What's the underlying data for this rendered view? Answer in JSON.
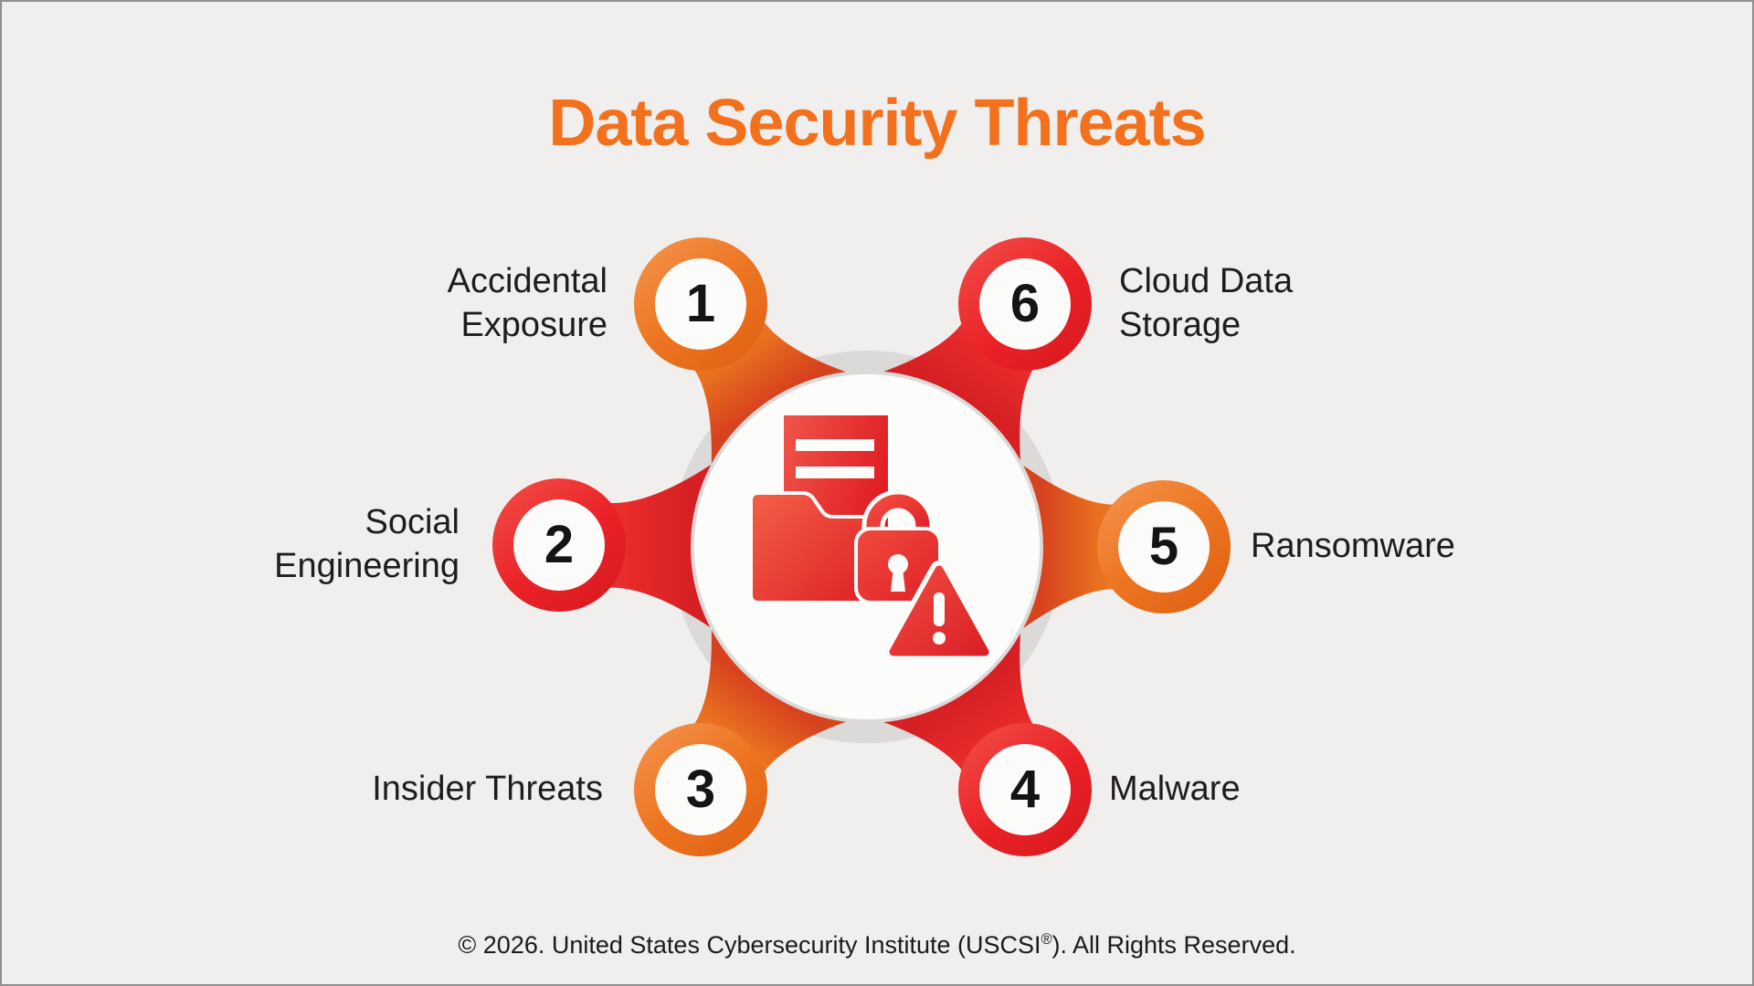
{
  "title": "Data Security Threats",
  "threats": [
    {
      "number": "1",
      "label": "Accidental Exposure",
      "ring_color_name": "orange"
    },
    {
      "number": "2",
      "label": "Social Engineering",
      "ring_color_name": "red"
    },
    {
      "number": "3",
      "label": "Insider Threats",
      "ring_color_name": "orange"
    },
    {
      "number": "4",
      "label": "Malware",
      "ring_color_name": "red"
    },
    {
      "number": "5",
      "label": "Ransomware",
      "ring_color_name": "orange"
    },
    {
      "number": "6",
      "label": "Cloud Data Storage",
      "ring_color_name": "red"
    }
  ],
  "center_icon": {
    "name": "protected-data-icon",
    "elements": [
      "document",
      "folder",
      "padlock",
      "warning-triangle"
    ]
  },
  "footer": {
    "prefix": "© 2026. United States Cybersecurity Institute (USCSI",
    "registered": "®",
    "suffix": "). All Rights Reserved."
  },
  "colors": {
    "background": "#F0EFED",
    "title_orange": "#F3701D",
    "orange": "#ED7623",
    "red": "#E82127",
    "icon_red": "#E2262B",
    "center_ring_gray": "#DBDAD9",
    "center_fill": "#FCFCFB",
    "text_dark": "#1B1B1B"
  }
}
